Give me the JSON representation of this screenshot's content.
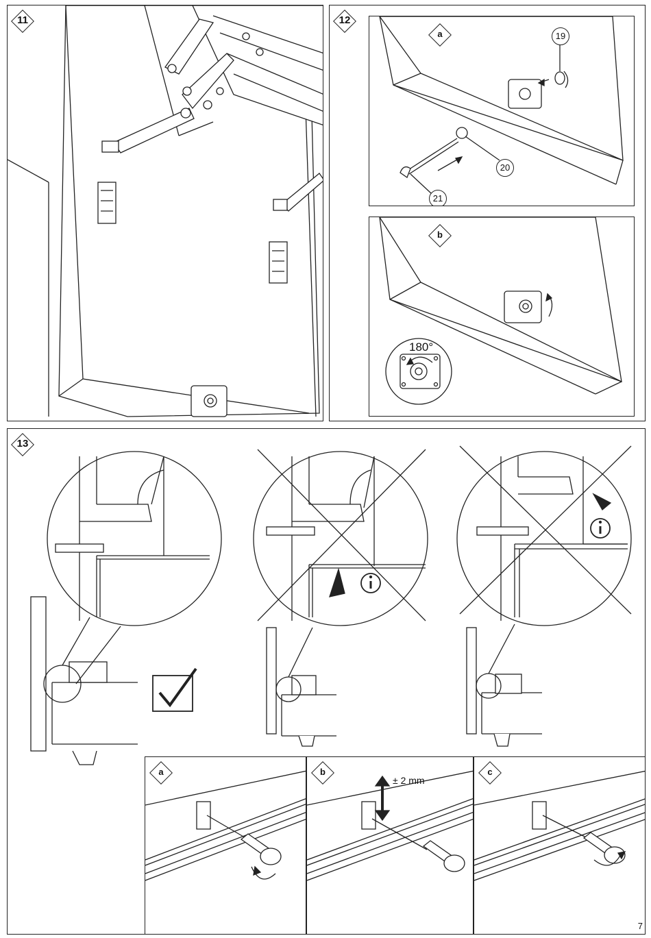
{
  "page_number": "7",
  "steps": {
    "s11": {
      "number": "11"
    },
    "s12": {
      "number": "12",
      "sub_a": {
        "label": "a",
        "callouts": [
          "19",
          "20",
          "21"
        ]
      },
      "sub_b": {
        "label": "b",
        "rotation_text": "180°"
      }
    },
    "s13": {
      "number": "13",
      "sub_a": {
        "label": "a"
      },
      "sub_b": {
        "label": "b",
        "tolerance_text": "± 2 mm"
      },
      "sub_c": {
        "label": "c"
      }
    }
  },
  "icons": [
    "check-icon",
    "info-icon",
    "cross-mark-icon",
    "rotation-arrow-icon",
    "direction-arrow-icon"
  ]
}
